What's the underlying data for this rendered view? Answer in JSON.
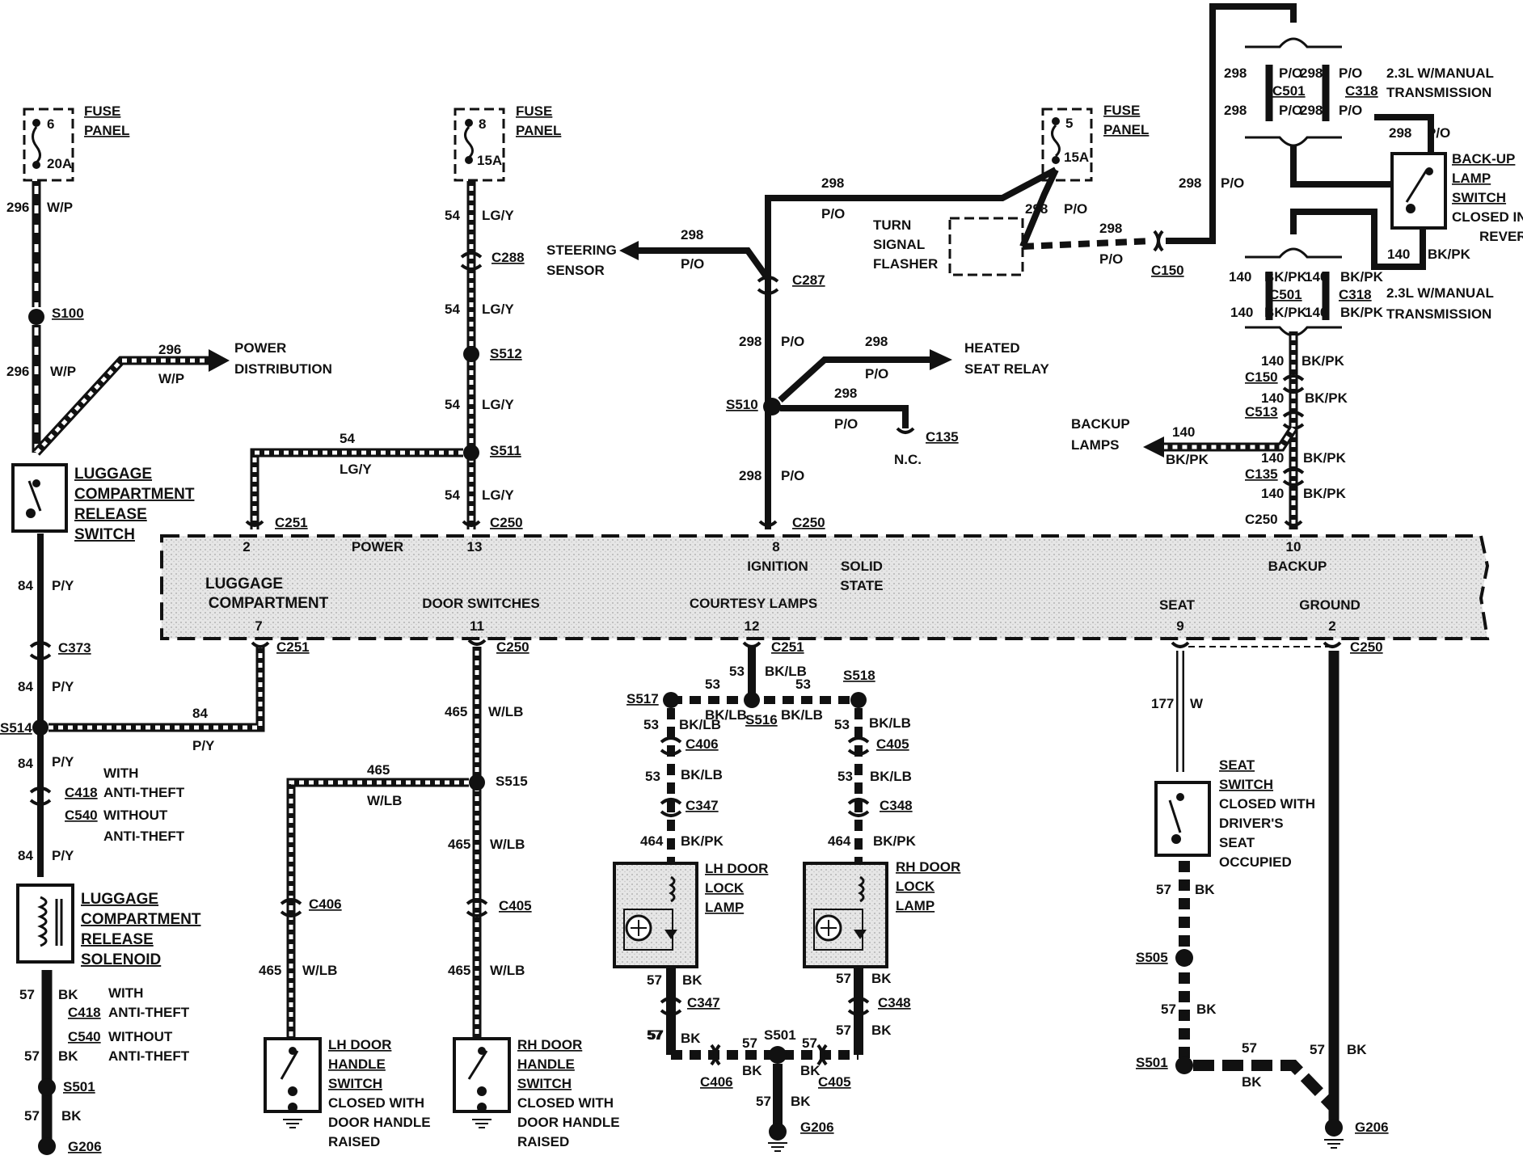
{
  "fuse_panels": [
    {
      "line1": "FUSE",
      "line2": "PANEL",
      "num": "6",
      "rating": "20A"
    },
    {
      "line1": "FUSE",
      "line2": "PANEL",
      "num": "8",
      "rating": "15A"
    },
    {
      "line1": "FUSE",
      "line2": "PANEL",
      "num": "5",
      "rating": "15A"
    }
  ],
  "wires": {
    "w296": "296",
    "wp": "W/P",
    "w54": "54",
    "lgy": "LG/Y",
    "w298": "298",
    "po": "P/O",
    "w84": "84",
    "py": "P/Y",
    "w57": "57",
    "bk": "BK",
    "w465": "465",
    "wlb": "W/LB",
    "w53": "53",
    "bklb": "BK/LB",
    "w464": "464",
    "bkpk": "BK/PK",
    "w140": "140",
    "w177": "177",
    "w": "W"
  },
  "connectors": {
    "c288": "C288",
    "c287": "C287",
    "c250": "C250",
    "c251": "C251",
    "c373": "C373",
    "c418": "C418",
    "c540": "C540",
    "c406": "C406",
    "c405": "C405",
    "c347": "C347",
    "c348": "C348",
    "c150": "C150",
    "c135": "C135",
    "c513": "C513",
    "c501": "C501",
    "c318": "C318"
  },
  "splices": {
    "s100": "S100",
    "s512": "S512",
    "s511": "S511",
    "s510": "S510",
    "s514": "S514",
    "s515": "S515",
    "s516": "S516",
    "s517": "S517",
    "s518": "S518",
    "s501": "S501",
    "s505": "S505"
  },
  "grounds": {
    "g206": "G206"
  },
  "components": {
    "power_distribution": [
      "POWER",
      "DISTRIBUTION"
    ],
    "steering_sensor": [
      "STEERING",
      "SENSOR"
    ],
    "heated_seat_relay": [
      "HEATED",
      "SEAT RELAY"
    ],
    "nc": "N.C.",
    "turn_signal_flasher": [
      "TURN",
      "SIGNAL",
      "FLASHER"
    ],
    "backup_lamps": [
      "BACKUP",
      "LAMPS"
    ],
    "backup_lamp_switch": [
      "BACK-UP",
      "LAMP",
      "SWITCH",
      "CLOSED IN",
      "REVERSE"
    ],
    "manual_trans": [
      "2.3L W/MANUAL",
      "TRANSMISSION"
    ],
    "luggage_release_switch": [
      "LUGGAGE",
      "COMPARTMENT",
      "RELEASE",
      "SWITCH"
    ],
    "luggage_release_solenoid": [
      "LUGGAGE",
      "COMPARTMENT",
      "RELEASE",
      "SOLENOID"
    ],
    "with_anti_theft": [
      "WITH",
      "ANTI-THEFT"
    ],
    "without_anti_theft": [
      "WITHOUT",
      "ANTI-THEFT"
    ],
    "lh_door_handle_switch": [
      "LH DOOR",
      "HANDLE",
      "SWITCH"
    ],
    "rh_door_handle_switch": [
      "RH DOOR",
      "HANDLE",
      "SWITCH"
    ],
    "closed_with_handle": [
      "CLOSED WITH",
      "DOOR HANDLE",
      "RAISED"
    ],
    "lh_door_lock_lamp": [
      "LH DOOR",
      "LOCK",
      "LAMP"
    ],
    "rh_door_lock_lamp": [
      "RH DOOR",
      "LOCK",
      "LAMP"
    ],
    "seat_switch": [
      "SEAT",
      "SWITCH"
    ],
    "seat_switch_desc": [
      "CLOSED WITH",
      "DRIVER'S",
      "SEAT",
      "OCCUPIED"
    ]
  },
  "module": {
    "pins_top": [
      {
        "pin": "2",
        "label": ""
      },
      {
        "pin": "13",
        "label": "POWER"
      },
      {
        "pin": "8",
        "label": "IGNITION"
      },
      {
        "pin": "10",
        "label": "BACKUP"
      }
    ],
    "pins_bottom": [
      {
        "pin": "7",
        "label": "LUGGAGE"
      },
      {
        "pin": "11",
        "label": "DOOR SWITCHES"
      },
      {
        "pin": "12",
        "label": "COURTESY LAMPS"
      },
      {
        "pin": "9",
        "label": "SEAT"
      },
      {
        "pin": "2",
        "label": "GROUND"
      }
    ],
    "luggage_line2": "COMPARTMENT",
    "solid": "SOLID",
    "state": "STATE"
  }
}
